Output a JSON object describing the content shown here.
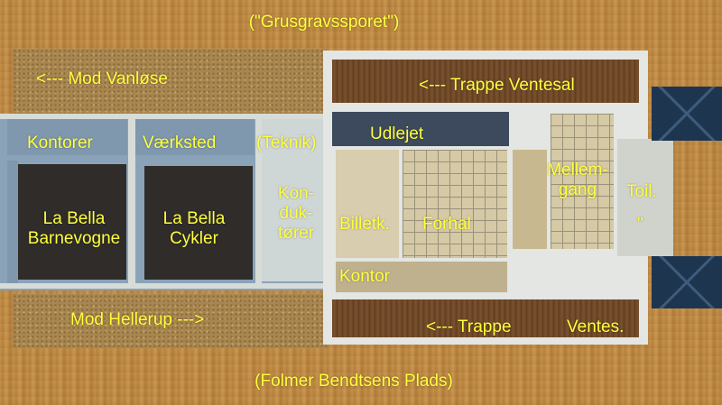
{
  "labels": {
    "top_caption": "(\"Grusgravssporet\")",
    "mod_vanlose": "<---  Mod Vanløse",
    "trappe_ventesal": "<--- Trappe  Ventesal",
    "kontorer": "Kontorer",
    "vaerksted": "Værksted",
    "teknik": "(Teknik)",
    "udlejet": "Udlejet",
    "mellemgang": "Mellem-\ngang",
    "toil": "Toil.",
    "toil_mark": "\"",
    "konduktorer": "Kon-\nduk-\ntører",
    "la_bella_barnevogne": "La Bella\nBarnevogne",
    "la_bella_cykler": "La Bella\nCykler",
    "billetk": "Billetk.",
    "forhal": "Forhal",
    "kontor": "Kontor",
    "mod_hellerup": "Mod Hellerup  --->",
    "trappe_ventes": "<--- Trappe",
    "ventes": "Ventes.",
    "bottom_caption": "(Folmer Bendtsens Plads)"
  },
  "colors": {
    "label": "#ffff3c",
    "board": "#c28e48",
    "roof": "#1e3550"
  }
}
